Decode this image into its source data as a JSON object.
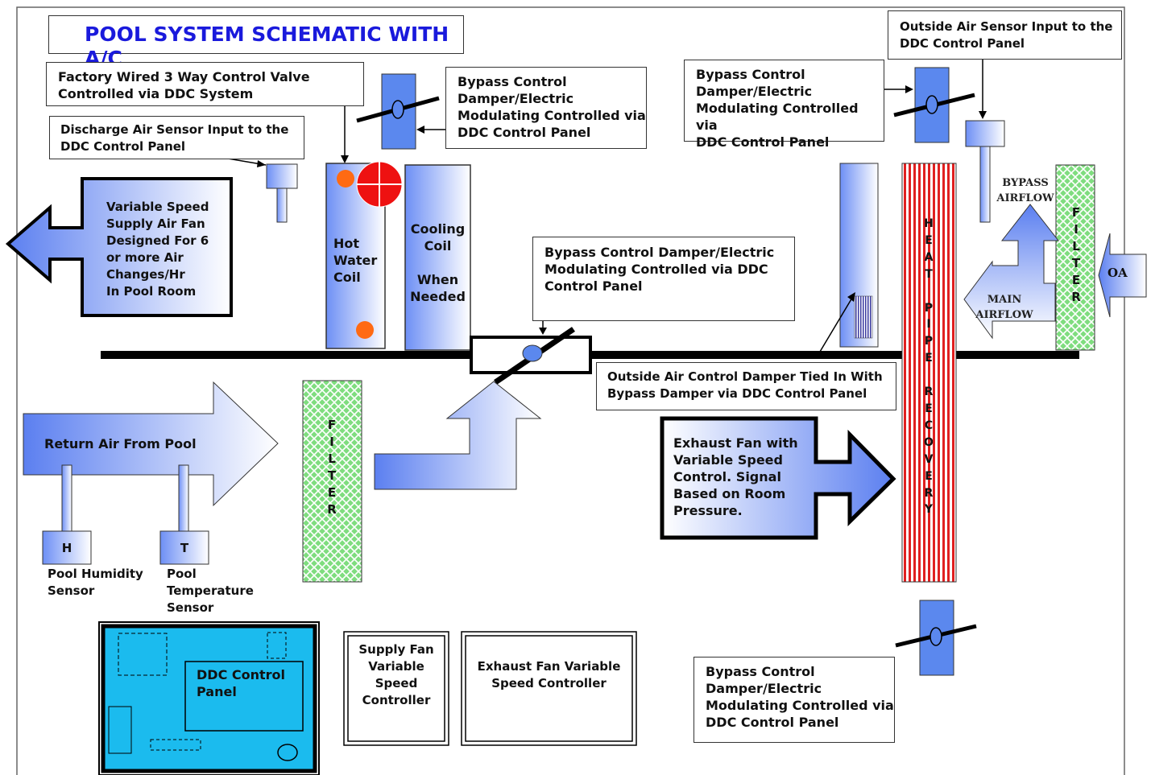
{
  "title": "POOL SYSTEM SCHEMATIC WITH A/C",
  "callouts": {
    "factory_valve": "Factory Wired 3 Way Control Valve\nControlled via DDC System",
    "discharge_sensor": "Discharge Air Sensor Input to the\nDDC Control Panel",
    "bypass_top_left": "Bypass Control\nDamper/Electric\nModulating Controlled via\nDDC Control Panel",
    "bypass_top_right": "Bypass Control\nDamper/Electric\nModulating Controlled via\nDDC Control Panel",
    "outside_sensor": "Outside Air Sensor Input to the\nDDC Control Panel",
    "bypass_middle": "Bypass Control Damper/Electric\nModulating Controlled via DDC\nControl Panel",
    "oa_damper": "Outside Air Control Damper Tied In With\nBypass Damper via DDC Control Panel",
    "bypass_bottom_right": "Bypass Control\nDamper/Electric\nModulating Controlled via\nDDC Control Panel"
  },
  "supply_fan": "Variable Speed\nSupply Air Fan\nDesigned For  6\nor more Air\nChanges/Hr\nIn Pool Room",
  "hot_water_coil": "Hot\nWater\nCoil",
  "cooling_coil": "Cooling\nCoil\n\nWhen\nNeeded",
  "return_air": "Return Air From Pool",
  "sensors": {
    "h_letter": "H",
    "t_letter": "T",
    "humidity_label": "Pool Humidity\nSensor",
    "temperature_label": "Pool\nTemperature\nSensor"
  },
  "filter_left": "F\nI\nL\nT\nE\nR",
  "filter_right": "F\nI\nL\nT\nE\nR",
  "heat_pipe": "H\nE\nA\nT\n\nP\nI\nP\nE\n\nR\nE\nC\nO\nV\nE\nR\nY",
  "exhaust_fan": "Exhaust Fan with\nVariable Speed\nControl.  Signal\nBased on Room\nPressure.",
  "bypass_airflow": "BYPASS\nAIRFLOW",
  "main_airflow": "MAIN\nAIRFLOW",
  "oa": "OA",
  "ddc_panel": "DDC Control\nPanel",
  "supply_controller": "Supply Fan\nVariable\nSpeed\nController",
  "exhaust_controller": "Exhaust Fan Variable\nSpeed Controller",
  "colors": {
    "title_blue": "#1a1adc",
    "coil_blue": "#5b7ff0",
    "damper_blue": "#5b88ee",
    "heat_pipe_red": "#e02020",
    "filter_green": "#4fcf4f",
    "ddc_cyan": "#1bbbee",
    "orange": "#ff6a13",
    "valve_red": "#ee1111"
  }
}
